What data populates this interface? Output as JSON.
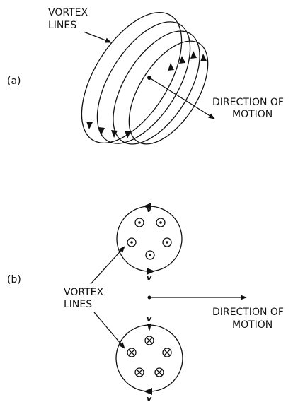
{
  "panel_a": {
    "label": "(a)",
    "vortex_label_line1": "VORTEX",
    "vortex_label_line2": "LINES",
    "direction_line1": "DIRECTION OF",
    "direction_line2": "MOTION"
  },
  "panel_b": {
    "label": "(b)",
    "vortex_label_line1": "VORTEX",
    "vortex_label_line2": "LINES",
    "direction_line1": "DIRECTION OF",
    "direction_line2": "MOTION",
    "velocity_symbol": "v"
  }
}
